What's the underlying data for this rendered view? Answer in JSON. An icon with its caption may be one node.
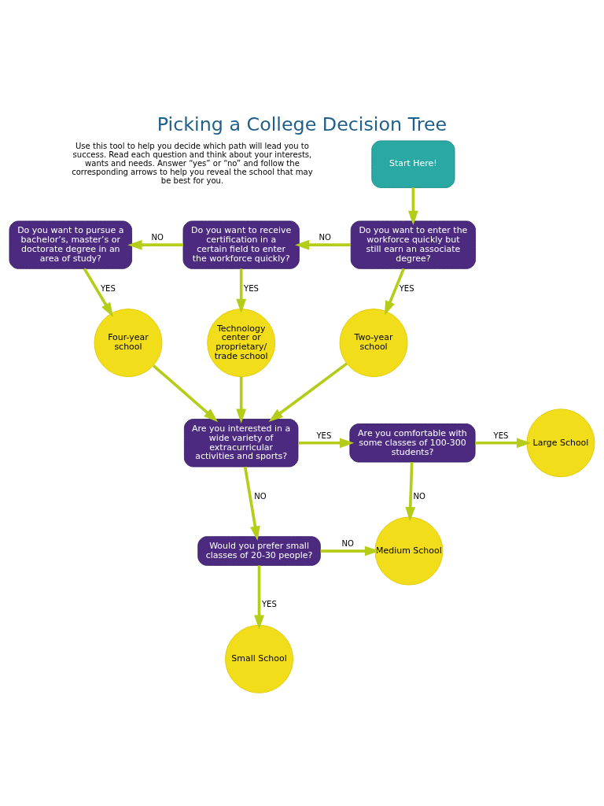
{
  "diagram": {
    "title": "Picking a College Decision Tree",
    "nodes": [
      {
        "text": [
          "Start Here!"
        ]
      },
      {
        "text": [
          "Do you want to enter the workforce quickly but still earn an associate degree?"
        ]
      },
      {
        "text": [
          "Do you want to receive certification in a certain field to enter the workforce quickly?"
        ]
      },
      {
        "text": [
          "Do you want to pursue a bachelor’s, master’s or doctorate degree in an area of study?"
        ]
      },
      {
        "text": [
          "Four-year school"
        ]
      },
      {
        "text": [
          "Technology center or proprietary/ trade school"
        ]
      },
      {
        "text": [
          "Two-year school"
        ]
      },
      {
        "text": [
          "Are you interested in a wide variety of extracurricular activities and sports?"
        ]
      },
      {
        "text": [
          "Are you comfortable with some classes of 100-300 students?"
        ]
      },
      {
        "text": [
          "Large School"
        ]
      },
      {
        "text": [
          "Would you prefer small classes of 20-30 people?"
        ]
      },
      {
        "text": [
          "Medium School"
        ]
      },
      {
        "text": [
          "Small School"
        ]
      }
    ],
    "edges": [
      {
        "from": 0,
        "to": 1,
        "arrow": "to"
      },
      {
        "from": 1,
        "to": 2,
        "label": "NO",
        "arrow": "to"
      },
      {
        "from": 1,
        "to": 6,
        "label": "YES",
        "arrow": "to"
      },
      {
        "from": 2,
        "to": 3,
        "label": "NO",
        "arrow": "to"
      },
      {
        "from": 2,
        "to": 5,
        "label": "YES",
        "arrow": "to"
      },
      {
        "from": 3,
        "to": 4,
        "label": "YES",
        "arrow": "to"
      },
      {
        "from": 4,
        "to": 7,
        "arrow": "to"
      },
      {
        "from": 5,
        "to": 7,
        "arrow": "to"
      },
      {
        "from": 6,
        "to": 7,
        "arrow": "to"
      },
      {
        "from": 7,
        "to": 8,
        "label": "YES",
        "arrow": "to"
      },
      {
        "from": 7,
        "to": 10,
        "label": "NO",
        "arrow": "to"
      },
      {
        "from": 8,
        "to": 9,
        "label": "YES",
        "arrow": "to"
      },
      {
        "from": 8,
        "to": 11,
        "label": "NO",
        "arrow": "to"
      },
      {
        "from": 10,
        "to": 11,
        "label": "NO",
        "arrow": "to"
      },
      {
        "from": 10,
        "to": 12,
        "label": "YES",
        "arrow": "to"
      }
    ],
    "labels": [
      "Use this tool to help you decide which path will lead you to success. Read each question and think about your interests, wants and needs. Answer “yes” or “no” and follow the corresponding arrows to help you reveal the school that may be best for you."
    ]
  }
}
